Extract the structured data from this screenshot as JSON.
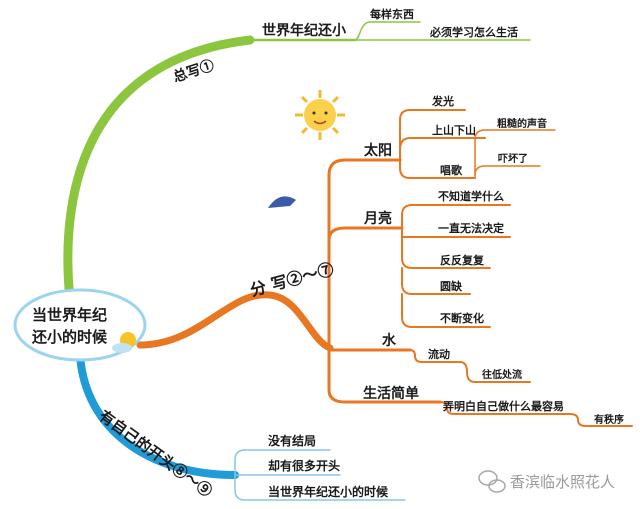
{
  "central": {
    "line1": "当世界年纪",
    "line2": "还小的时候"
  },
  "branches": {
    "summary": {
      "label": "总写①",
      "color": "#8cc63f",
      "node": "世界年纪还小",
      "children": [
        "每样东西",
        "必须学习怎么生活"
      ]
    },
    "detail": {
      "label": "分 写②～⑦",
      "color": "#e87722",
      "sun": {
        "label": "太阳",
        "children": [
          "发光",
          "上山下山",
          "唱歌"
        ],
        "sing_children": [
          "粗糙的声音",
          "吓坏了"
        ]
      },
      "moon": {
        "label": "月亮",
        "children": [
          "不知道学什么",
          "一直无法决定",
          "反反复复",
          "圆缺",
          "不断变化"
        ]
      },
      "water": {
        "label": "水",
        "children": [
          "流动",
          "往低处流"
        ]
      },
      "life": {
        "label": "生活简单",
        "children": [
          "弄明白自己做什么最容易",
          "有秩序"
        ]
      }
    },
    "opening": {
      "label": "有自己的开头⑧～⑨",
      "color": "#1f9bd7",
      "children": [
        "没有结局",
        "却有很多开头",
        "当世界年纪还小的时候"
      ]
    }
  },
  "watermark": "香滨临水照花人"
}
